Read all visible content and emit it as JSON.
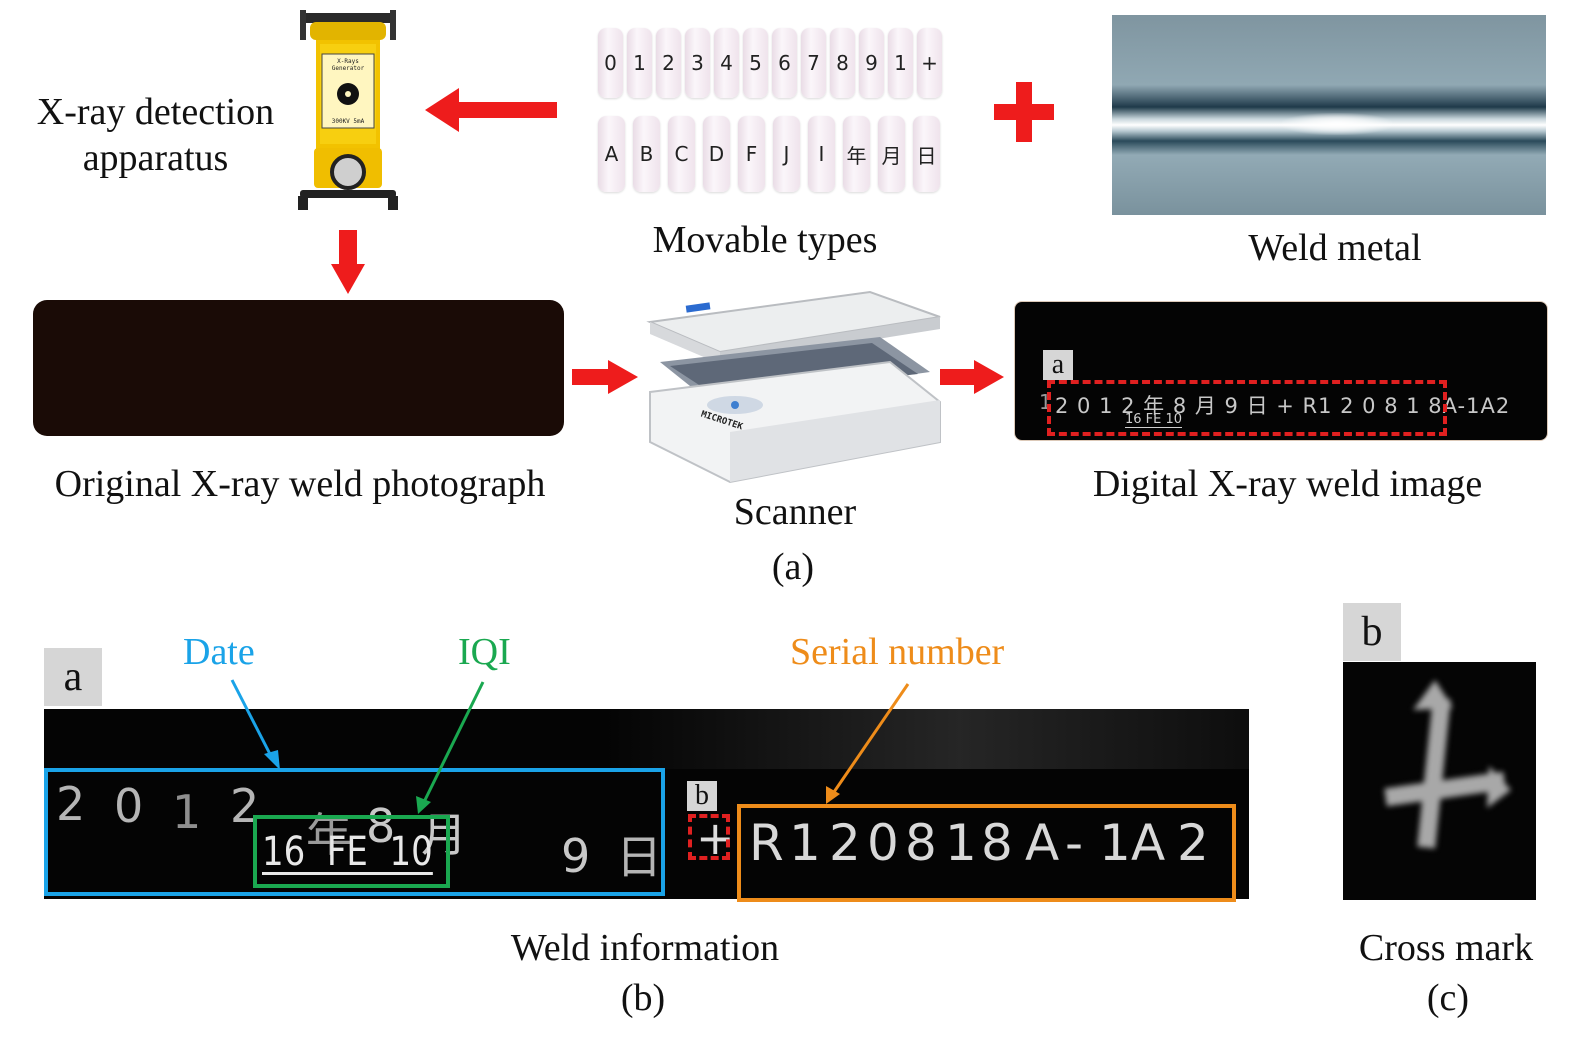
{
  "panel_a": {
    "caption": "(a)",
    "xray_label_line1": "X-ray detection",
    "xray_label_line2": "apparatus",
    "xray_device_text": [
      "X-Rays Generator",
      "300KV 5mA"
    ],
    "movable_types_label": "Movable types",
    "movable_row1": [
      "0",
      "1",
      "2",
      "3",
      "4",
      "5",
      "6",
      "7",
      "8",
      "9",
      "1",
      "+"
    ],
    "movable_row2": [
      "A",
      "B",
      "C",
      "D",
      "F",
      "J",
      "I",
      "年",
      "月",
      "日"
    ],
    "weld_metal_label": "Weld metal",
    "original_photo_label": "Original X-ray weld photograph",
    "scanner_label": "Scanner",
    "scanner_brand": "MICROTEK",
    "digital_image_label": "Digital X-ray weld image",
    "digital_image_tag": "a",
    "digital_image_text": "2 0 1 2 年 8 月   9 日 + R1 2 0 8 1 8A-1A2",
    "digital_image_iqi": "16 FE 10",
    "digital_image_left_mark": "1"
  },
  "panel_b": {
    "caption": "(b)",
    "tag": "a",
    "title": "Weld information",
    "date_label": "Date",
    "iqi_label": "IQI",
    "serial_label": "Serial number",
    "cross_tag": "b",
    "date_text": [
      "2",
      "0",
      "1",
      "2",
      "年",
      "8",
      "月",
      "9",
      "日"
    ],
    "iqi_text": "16  FE  10",
    "cross_symbol": "+",
    "serial_text": [
      "R",
      "1",
      "2",
      "0",
      "8",
      "1",
      "8",
      "A",
      "-",
      "1",
      "A",
      "2"
    ]
  },
  "panel_c": {
    "caption": "(c)",
    "tag": "b",
    "title": "Cross mark"
  },
  "colors": {
    "arrow_red": "#ee1c1c",
    "date_blue": "#1aa3e8",
    "iqi_green": "#1aa850",
    "serial_orange": "#ee8c1a",
    "dash_red": "#e02020"
  }
}
